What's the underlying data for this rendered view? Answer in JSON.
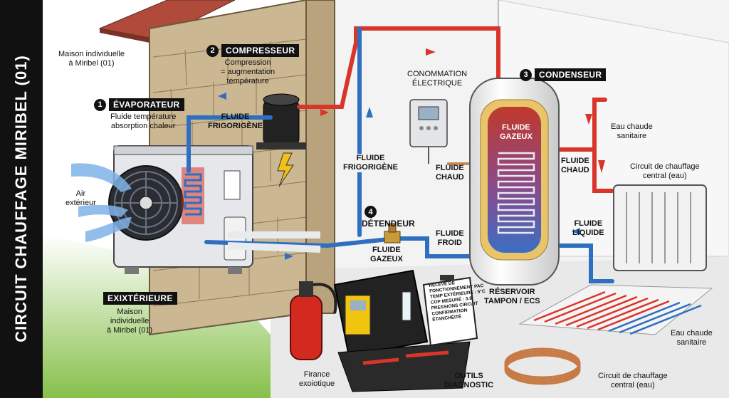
{
  "side_title": "CIRCUIT CHAUFFAGE MIRIBEL (01)",
  "location_top": "Maison individuelle\nà Miribel (01)",
  "location_bottom": "Maison\nindividuelle\nà Miribel (01)",
  "exterior_tag": "EXIXTÉRIEURE",
  "evaporator": {
    "num": "1",
    "title": "ÉVAPORATEUR",
    "desc": "Fluide température\nabsorption chaleur"
  },
  "compressor": {
    "num": "2",
    "title": "COMPRESSEUR",
    "desc": "Compression\n= augmentation\ntempérature"
  },
  "condenser": {
    "num": "3",
    "title": "CONDENSEUR"
  },
  "expansion": {
    "num": "4",
    "title": "DÉTENDEUR"
  },
  "labels": {
    "air": "Air\nextérieur",
    "fluide_frigorigene_1": "FLUIDE\nFRIGORIGÈNE",
    "fluide_frigorigene_2": "FLUIDE\nFRIGORIGÈNE",
    "consommation": "CONOMMATION\nÉLECTRIQUE",
    "fluide_chaud_1": "FLUIDE\nCHAUD",
    "fluide_chaud_2": "FLUIDE\nCHAUD",
    "fluide_gazeux_tank": "FLUIDE\nGAZEUX",
    "fluide_gazeux": "FLUIDE\nGAZEUX",
    "fluide_froid": "FLUIDE\nFROID",
    "fluide_liquide": "FLUIDE\nLIQUIDE",
    "eau_chaude_top": "Eau chaude\nsanitaire",
    "circuit_top": "Circuit de chauffage\ncentral (eau)",
    "reservoir": "RÉSERVOIR\nTAMPON / ECS",
    "eau_chaude_bottom": "Eau chaude\nsanitaire",
    "circuit_bottom": "Circuit de chauffage\ncentral (eau)",
    "extinguisher": "Firance\nexoiotique",
    "tools": "OUTILS\nDIAGNOSTIC"
  },
  "clipboard": [
    "RELEVÉ DE",
    "FONCTIONNEMENT PAC",
    "TEMP EXTÉRIEURE : 5°C",
    "COP MESURÉ : 3.8",
    "PRESSIONS CIRCUIT",
    "CONFIRMATION",
    "ÉTANCHÉITÉ"
  ],
  "colors": {
    "hot": "#d9352b",
    "cold": "#2f6fc0",
    "wall": "#cbb792",
    "ground": "#8cc24a",
    "dark": "#111111"
  }
}
